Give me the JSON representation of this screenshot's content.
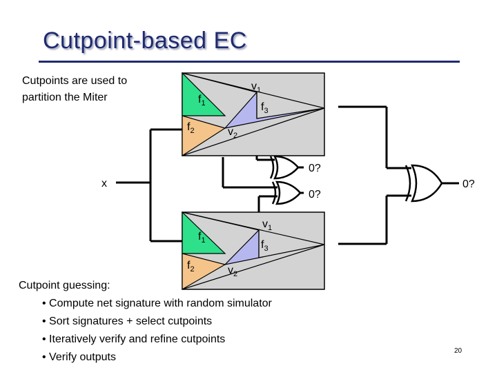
{
  "slide": {
    "title": "Cutpoint-based EC",
    "intro": "Cutpoints are used to partition the Miter",
    "page_number": "20"
  },
  "diagram": {
    "upper_block": {
      "f1": {
        "name": "f",
        "sub": "1"
      },
      "f2": {
        "name": "f",
        "sub": "2"
      },
      "f3": {
        "name": "f",
        "sub": "3"
      },
      "v1": {
        "name": "v",
        "sub": "1"
      },
      "v2": {
        "name": "v",
        "sub": "2"
      }
    },
    "lower_block": {
      "f1": {
        "name": "f",
        "sub": "1"
      },
      "f2": {
        "name": "f",
        "sub": "2"
      },
      "f3": {
        "name": "f",
        "sub": "3"
      },
      "v1": {
        "name": "v",
        "sub": "1"
      },
      "v2": {
        "name": "v",
        "sub": "2"
      }
    },
    "input_label": "x",
    "xor_top_label": "0?",
    "xor_mid_label": "0?",
    "xor_out_label": "0?",
    "colors": {
      "block": "#d3d3d3",
      "f1": "#2ee08a",
      "f2": "#f4c48a",
      "f3": "#b7b7f0"
    }
  },
  "guessing": {
    "heading": "Cutpoint guessing:",
    "items": [
      "• Compute net signature with random simulator",
      "• Sort signatures + select cutpoints",
      "• Iteratively verify and refine cutpoints",
      "• Verify outputs"
    ]
  }
}
